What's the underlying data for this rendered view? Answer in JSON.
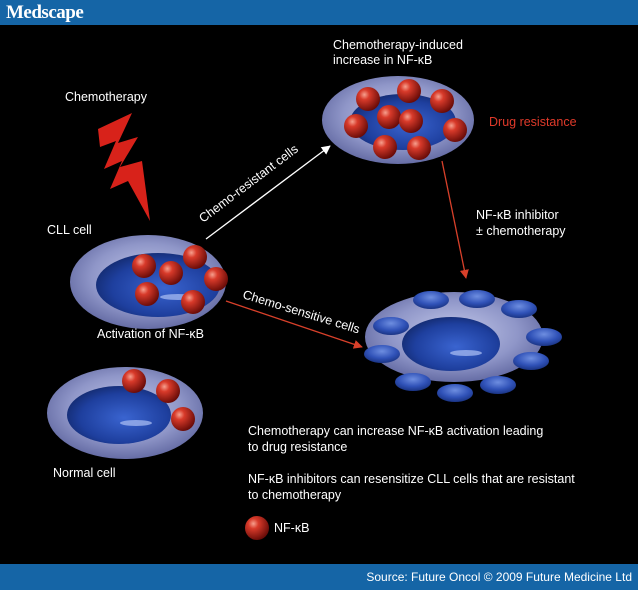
{
  "header": {
    "brand": "Medscape"
  },
  "footer": {
    "source": "Source: Future Oncol © 2009 Future Medicine Ltd"
  },
  "diagram": {
    "chemotherapy_label": "Chemotherapy",
    "cll_cell_label": "CLL cell",
    "activation_label": "Activation of NF-κB",
    "normal_cell_label": "Normal cell",
    "induced_label_line1": "Chemotherapy-induced",
    "induced_label_line2": "increase in NF-κB",
    "drug_resistance_label": "Drug resistance",
    "inhibitor_label_line1": "NF-κB inhibitor",
    "inhibitor_label_line2": "± chemotherapy",
    "resistant_arrow_label": "Chemo-resistant cells",
    "sensitive_arrow_label": "Chemo-sensitive cells",
    "note1_line1": "Chemotherapy can increase NF-κB activation leading",
    "note1_line2": "to drug resistance",
    "note2_line1": "NF-κB inhibitors can resensitize CLL cells that are resistant",
    "note2_line2": "to chemotherapy",
    "legend_label": "NF-κB"
  },
  "colors": {
    "bar": "#1565a6",
    "nucleus": "#1e3f9e",
    "cytoplasm": "#8f96c8",
    "nfkb": "#c4201c",
    "lightning": "#d8221a",
    "red_arrow": "#d8402a"
  }
}
